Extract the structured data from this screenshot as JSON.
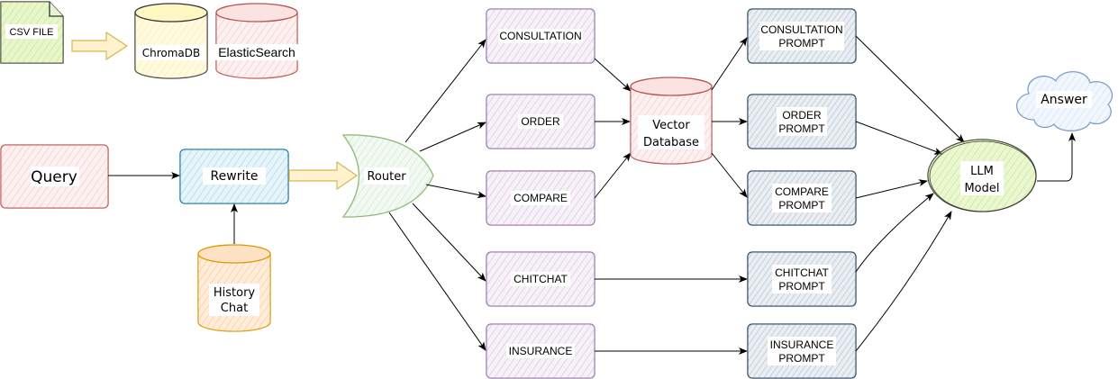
{
  "nodes": {
    "csv_file": "CSV FILE",
    "chromadb": "ChromaDB",
    "elasticsearch": "ElasticSearch",
    "query": "Query",
    "rewrite": "Rewrite",
    "history_chat": [
      "History",
      "Chat"
    ],
    "router": "Router",
    "consultation": "CONSULTATION",
    "order": "ORDER",
    "compare": "COMPARE",
    "chitchat": "CHITCHAT",
    "insurance": "INSURANCE",
    "vector_database": [
      "Vector",
      "Database"
    ],
    "consultation_prompt": [
      "CONSULTATION",
      "PROMPT"
    ],
    "order_prompt": [
      "ORDER",
      "PROMPT"
    ],
    "compare_prompt": [
      "COMPARE",
      "PROMPT"
    ],
    "chitchat_prompt": [
      "CHITCHAT",
      "PROMPT"
    ],
    "insurance_prompt": [
      "INSURANCE",
      "PROMPT"
    ],
    "llm_model": [
      "LLM",
      "Model"
    ],
    "answer": "Answer"
  },
  "colors": {
    "csv_fill": "#cdeb8b",
    "chroma_stroke": "#333333",
    "chroma_fill": "#fff2a8",
    "elastic_stroke": "#b85450",
    "elastic_fill": "#f8cecc",
    "query_stroke": "#b85450",
    "query_fill": "#f8cecc",
    "rewrite_stroke": "#10739e",
    "rewrite_fill": "#b1ddf0",
    "history_stroke": "#d79b00",
    "history_fill": "#ffcc99",
    "router_stroke": "#82b366",
    "router_fill": "#d5e8d4",
    "route_stroke": "#9673a6",
    "route_fill": "#e1d5e7",
    "vector_stroke": "#b85450",
    "vector_fill": "#f8cecc",
    "prompt_stroke": "#23445d",
    "prompt_fill": "#bac8d3",
    "llm_stroke": "#333333",
    "llm_fill": "#cdeb8b",
    "answer_stroke": "#6c8ebf",
    "answer_fill": "#dae8fc",
    "arrow_fill": "#fff2cc",
    "arrow_stroke": "#d6b656"
  }
}
